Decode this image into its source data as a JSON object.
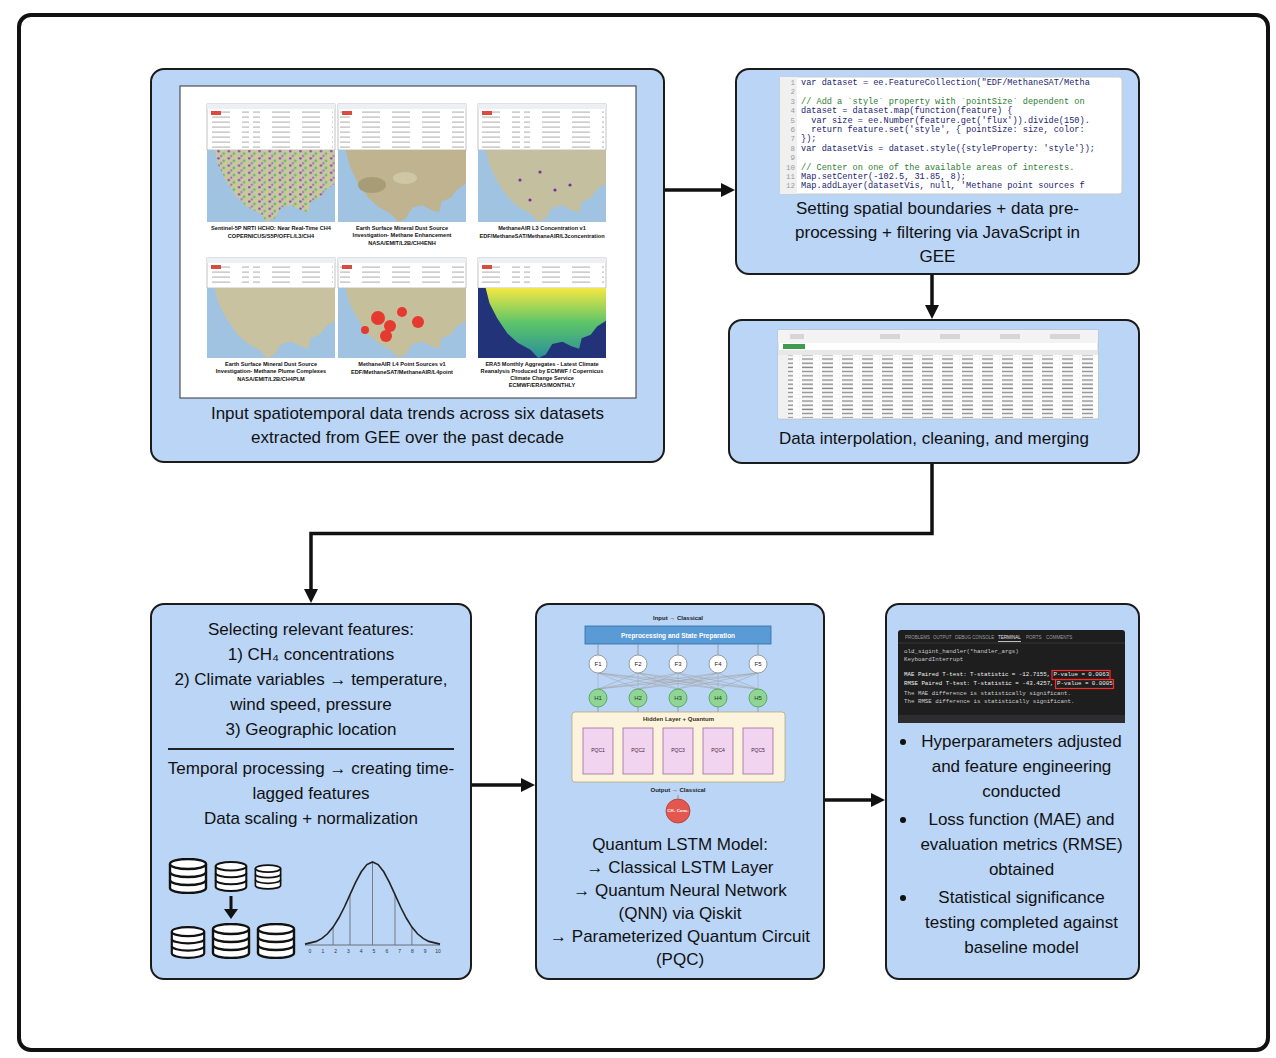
{
  "diagram": {
    "nodes": [
      {
        "text": [
          "Input spatiotemporal data trends across six datasets extracted from GEE over the past decade"
        ]
      },
      {
        "text": [
          "Setting spatial boundaries + data pre-processing + filtering via JavaScript in GEE"
        ]
      },
      {
        "text": [
          "Data interpolation, cleaning, and merging"
        ]
      },
      {
        "text": [
          "Selecting relevant features:",
          "1) CH₄ concentrations",
          "2) Climate variables → temperature, wind speed, pressure",
          "3) Geographic location",
          "Temporal processing → creating time-lagged features",
          "Data scaling + normalization"
        ]
      },
      {
        "text": [
          "Quantum LSTM Model:",
          "→ Classical LSTM Layer",
          "→ Quantum Neural Network (QNN) via Qiskit",
          "→ Parameterized Quantum Circuit (PQC)"
        ]
      },
      {
        "text": [
          "Hyperparameters adjusted and feature engineering conducted",
          "Loss function (MAE) and evaluation metrics (RMSE) obtained",
          "Statistical significance testing completed against baseline model"
        ]
      }
    ],
    "edges": [
      {
        "from": 0,
        "to": 1,
        "arrow": "to"
      },
      {
        "from": 1,
        "to": 2,
        "arrow": "to"
      },
      {
        "from": 2,
        "to": 3,
        "arrow": "to"
      },
      {
        "from": 3,
        "to": 4,
        "arrow": "to"
      },
      {
        "from": 4,
        "to": 5,
        "arrow": "to"
      }
    ],
    "labels": [
      "Sentinel-5P NRTI HCHO: Near Real-Time CH4",
      "COPERNICUS/S5P/OFFL/L3/CH4",
      "Earth Surface Mineral Dust Source Investigation- Methane Enhancement",
      "NASA/EMIT/L2B/CH4ENH",
      "MethaneAIR L3 Concentration v1",
      "EDF/MethaneSAT/MethaneAIR/L3concentration",
      "Earth Surface Mineral Dust Source Investigation- Methane Plume Complexes",
      "NASA/EMIT/L2B/CH4PLM",
      "MethaneAIR L4 Point Sources v1",
      "EDF/MethaneSAT/MethaneAIR/L4point",
      "ERA5 Monthly Aggregates - Latest Climate Reanalysis Produced by ECMWF / Copernicus Climate Change Service",
      "ECMWF/ERA5/MONTHLY",
      "1",
      "2",
      "3",
      "4",
      "5",
      "6",
      "7",
      "8",
      "9",
      "10",
      "11",
      "12",
      "var dataset = ee.FeatureCollection(\"EDF/MethaneSAT/Metha",
      "// Add a `style` property with `pointSize` dependent on",
      "dataset = dataset.map(function(feature) {",
      "  var size = ee.Number(feature.get('flux')).divide(150).",
      "  return feature.set('style', { pointSize: size, color:",
      "});",
      "var datasetVis = dataset.style({styleProperty: 'style'});",
      "// Center on one of the available areas of interests.",
      "Map.setCenter(-102.5, 31.85, 8);",
      "Map.addLayer(datasetVis, null, 'Methane point sources f",
      "PROBLEMS",
      "OUTPUT",
      "DEBUG CONSOLE",
      "TERMINAL",
      "PORTS",
      "COMMENTS",
      "old_sigint_handler(*handler_args)",
      "KeyboardInterrupt",
      "MAE Paired T-test: T-statistic = -12.7155, P-value = 0.0063",
      "RMSE Paired T-test: T-statistic = -43.4257, P-value = 0.0005",
      "The MAE difference is statistically significant.",
      "The RMSE difference is statistically significant.",
      "Input → Classical",
      "Preprocessing and State Preparation",
      "F1",
      "F2",
      "F3",
      "F4",
      "F5",
      "H1",
      "H2",
      "H3",
      "H4",
      "H5",
      "Hidden Layer + Quantum",
      "PQC1",
      "PQC2",
      "PQC3",
      "PQC4",
      "PQC5",
      "Output → Classical",
      "CH₄ Conc.",
      "0",
      "1",
      "2",
      "3",
      "4",
      "5",
      "6",
      "7",
      "8",
      "9",
      "10"
    ]
  }
}
